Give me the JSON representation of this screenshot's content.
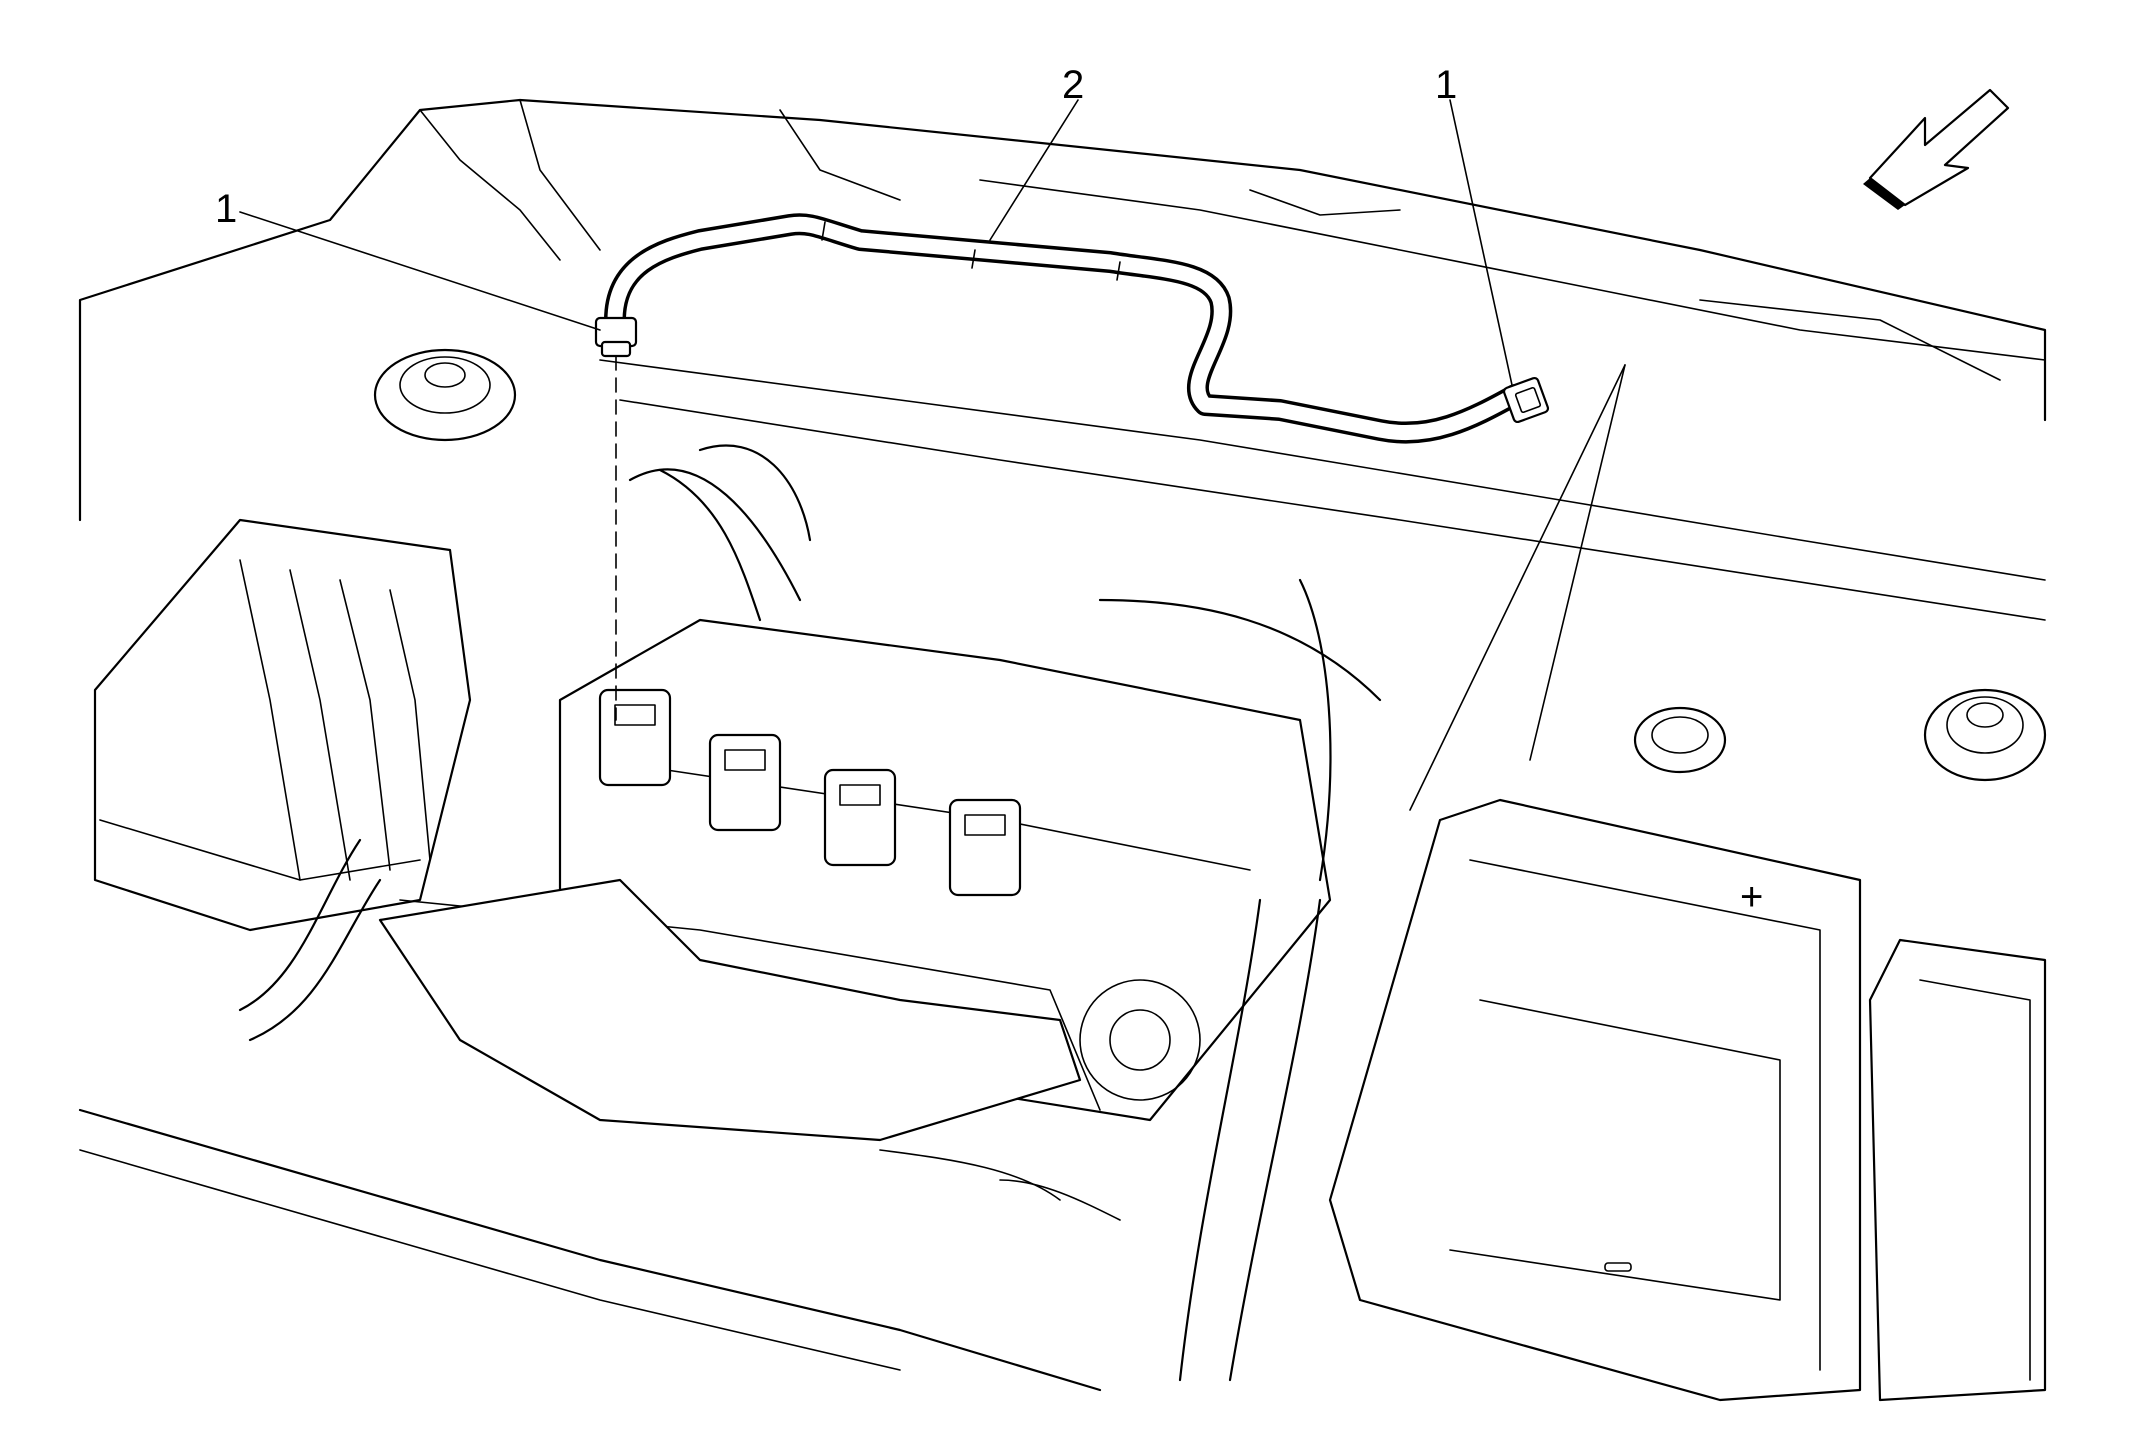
{
  "callouts": [
    {
      "id": "left-clip",
      "label": "1"
    },
    {
      "id": "hose",
      "label": "2"
    },
    {
      "id": "right-clip",
      "label": "1"
    }
  ],
  "colors": {
    "line": "#000000",
    "background": "#ffffff"
  },
  "icons": {
    "direction": "front-arrow-icon"
  }
}
